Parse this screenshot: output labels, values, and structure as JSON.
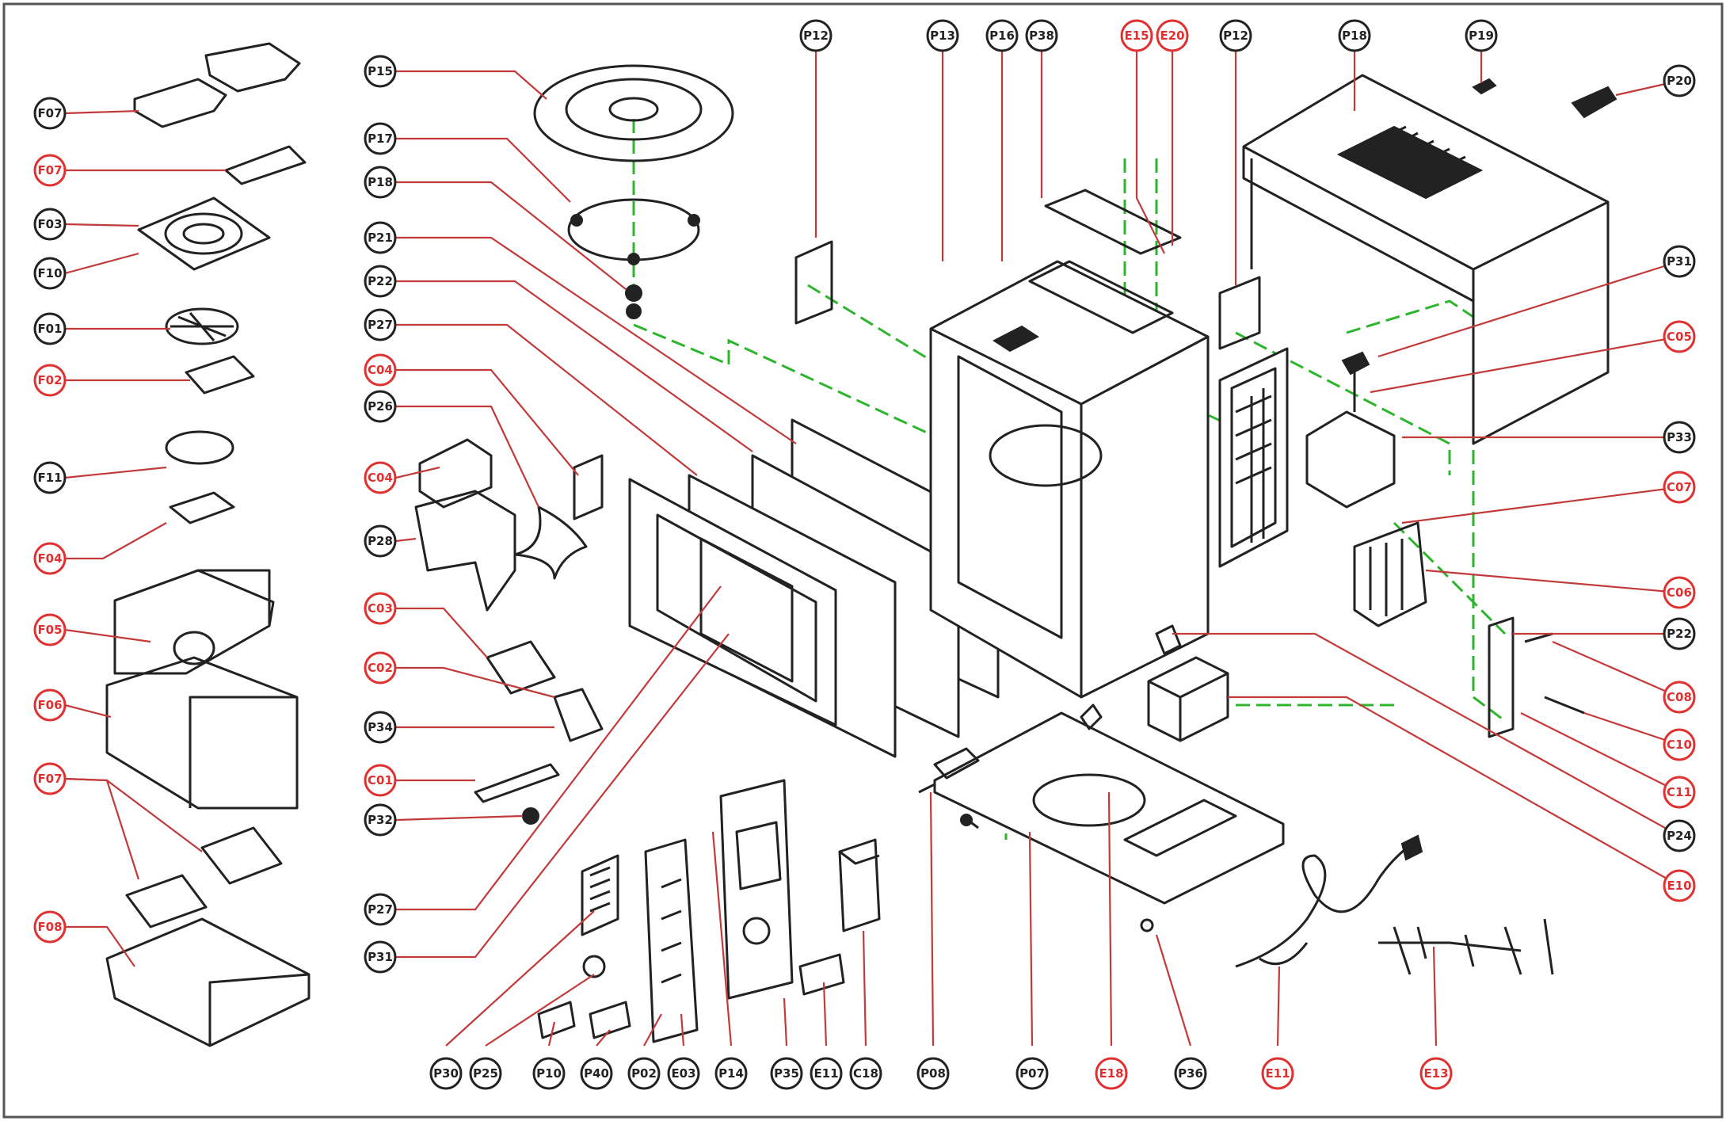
{
  "diagram": {
    "type": "exploded-parts-view",
    "subject": "microwave oven",
    "callouts": [
      {
        "id": "c1",
        "label": "F07",
        "color": "black"
      },
      {
        "id": "c2",
        "label": "F07",
        "color": "red"
      },
      {
        "id": "c3",
        "label": "F03",
        "color": "black"
      },
      {
        "id": "c4",
        "label": "F10",
        "color": "black"
      },
      {
        "id": "c5",
        "label": "F01",
        "color": "black"
      },
      {
        "id": "c6",
        "label": "F02",
        "color": "red"
      },
      {
        "id": "c7",
        "label": "F11",
        "color": "black"
      },
      {
        "id": "c8",
        "label": "F04",
        "color": "red"
      },
      {
        "id": "c9",
        "label": "F05",
        "color": "red"
      },
      {
        "id": "c10",
        "label": "F06",
        "color": "red"
      },
      {
        "id": "c11",
        "label": "F07",
        "color": "red"
      },
      {
        "id": "c12",
        "label": "F08",
        "color": "red"
      },
      {
        "id": "c13",
        "label": "P15",
        "color": "black"
      },
      {
        "id": "c14",
        "label": "P17",
        "color": "black"
      },
      {
        "id": "c15",
        "label": "P18",
        "color": "black"
      },
      {
        "id": "c16",
        "label": "P21",
        "color": "black"
      },
      {
        "id": "c17",
        "label": "P22",
        "color": "black"
      },
      {
        "id": "c18",
        "label": "P27",
        "color": "black"
      },
      {
        "id": "c19",
        "label": "C04",
        "color": "red"
      },
      {
        "id": "c20",
        "label": "P26",
        "color": "black"
      },
      {
        "id": "c21",
        "label": "C04",
        "color": "red"
      },
      {
        "id": "c22",
        "label": "P28",
        "color": "black"
      },
      {
        "id": "c23",
        "label": "C03",
        "color": "red"
      },
      {
        "id": "c24",
        "label": "C02",
        "color": "red"
      },
      {
        "id": "c25",
        "label": "P34",
        "color": "black"
      },
      {
        "id": "c26",
        "label": "C01",
        "color": "red"
      },
      {
        "id": "c27",
        "label": "P32",
        "color": "black"
      },
      {
        "id": "c28",
        "label": "P27",
        "color": "black"
      },
      {
        "id": "c29",
        "label": "P31",
        "color": "black"
      },
      {
        "id": "c30",
        "label": "P12",
        "color": "black"
      },
      {
        "id": "c31",
        "label": "P13",
        "color": "black"
      },
      {
        "id": "c32",
        "label": "P16",
        "color": "black"
      },
      {
        "id": "c33",
        "label": "P38",
        "color": "black"
      },
      {
        "id": "c34",
        "label": "E15",
        "color": "red"
      },
      {
        "id": "c35",
        "label": "E20",
        "color": "red"
      },
      {
        "id": "c36",
        "label": "P12",
        "color": "black"
      },
      {
        "id": "c37",
        "label": "P18",
        "color": "black"
      },
      {
        "id": "c38",
        "label": "P19",
        "color": "black"
      },
      {
        "id": "c39",
        "label": "P20",
        "color": "black"
      },
      {
        "id": "c40",
        "label": "P31",
        "color": "black"
      },
      {
        "id": "c41",
        "label": "C05",
        "color": "red"
      },
      {
        "id": "c42",
        "label": "P33",
        "color": "black"
      },
      {
        "id": "c43",
        "label": "C07",
        "color": "red"
      },
      {
        "id": "c44",
        "label": "C06",
        "color": "red"
      },
      {
        "id": "c45",
        "label": "P22",
        "color": "black"
      },
      {
        "id": "c46",
        "label": "C08",
        "color": "red"
      },
      {
        "id": "c47",
        "label": "C10",
        "color": "red"
      },
      {
        "id": "c48",
        "label": "C11",
        "color": "red"
      },
      {
        "id": "c49",
        "label": "P24",
        "color": "black"
      },
      {
        "id": "c50",
        "label": "E10",
        "color": "red"
      },
      {
        "id": "c51",
        "label": "P30",
        "color": "black"
      },
      {
        "id": "c52",
        "label": "P25",
        "color": "black"
      },
      {
        "id": "c53",
        "label": "P10",
        "color": "black"
      },
      {
        "id": "c54",
        "label": "P40",
        "color": "black"
      },
      {
        "id": "c55",
        "label": "P02",
        "color": "black"
      },
      {
        "id": "c56",
        "label": "E03",
        "color": "black"
      },
      {
        "id": "c57",
        "label": "P14",
        "color": "black"
      },
      {
        "id": "c58",
        "label": "P35",
        "color": "black"
      },
      {
        "id": "c59",
        "label": "E11",
        "color": "black"
      },
      {
        "id": "c60",
        "label": "C18",
        "color": "black"
      },
      {
        "id": "c61",
        "label": "P08",
        "color": "black"
      },
      {
        "id": "c62",
        "label": "P07",
        "color": "black"
      },
      {
        "id": "c63",
        "label": "E18",
        "color": "red"
      },
      {
        "id": "c64",
        "label": "P36",
        "color": "black"
      },
      {
        "id": "c65",
        "label": "E11",
        "color": "red"
      },
      {
        "id": "c66",
        "label": "E13",
        "color": "red"
      }
    ]
  }
}
